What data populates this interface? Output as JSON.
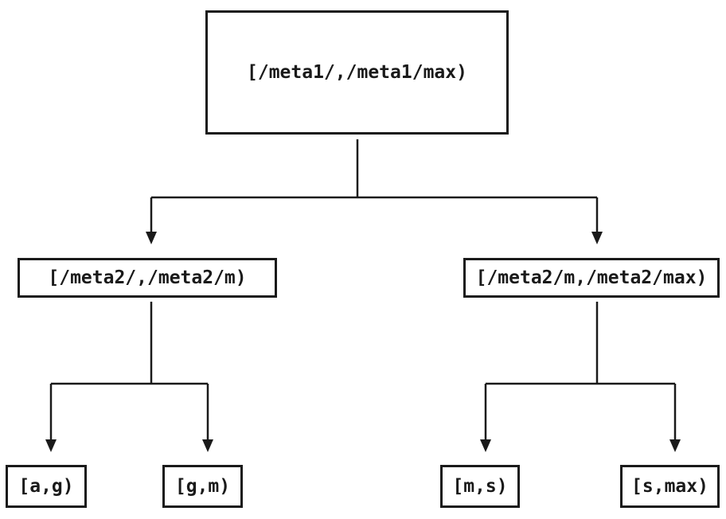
{
  "diagram": {
    "type": "tree",
    "colors": {
      "line": "#1a1a1a",
      "background": "#ffffff"
    },
    "nodes": {
      "root": {
        "label": "[/meta1/,/meta1/max)"
      },
      "left": {
        "label": "[/meta2/,/meta2/m)"
      },
      "right": {
        "label": "[/meta2/m,/meta2/max)"
      },
      "leaf_ag": {
        "label": "[a,g)"
      },
      "leaf_gm": {
        "label": "[g,m)"
      },
      "leaf_ms": {
        "label": "[m,s)"
      },
      "leaf_smax": {
        "label": "[s,max)"
      }
    },
    "edges": [
      {
        "from": "root",
        "to": "left"
      },
      {
        "from": "root",
        "to": "right"
      },
      {
        "from": "left",
        "to": "leaf_ag"
      },
      {
        "from": "left",
        "to": "leaf_gm"
      },
      {
        "from": "right",
        "to": "leaf_ms"
      },
      {
        "from": "right",
        "to": "leaf_smax"
      }
    ]
  }
}
